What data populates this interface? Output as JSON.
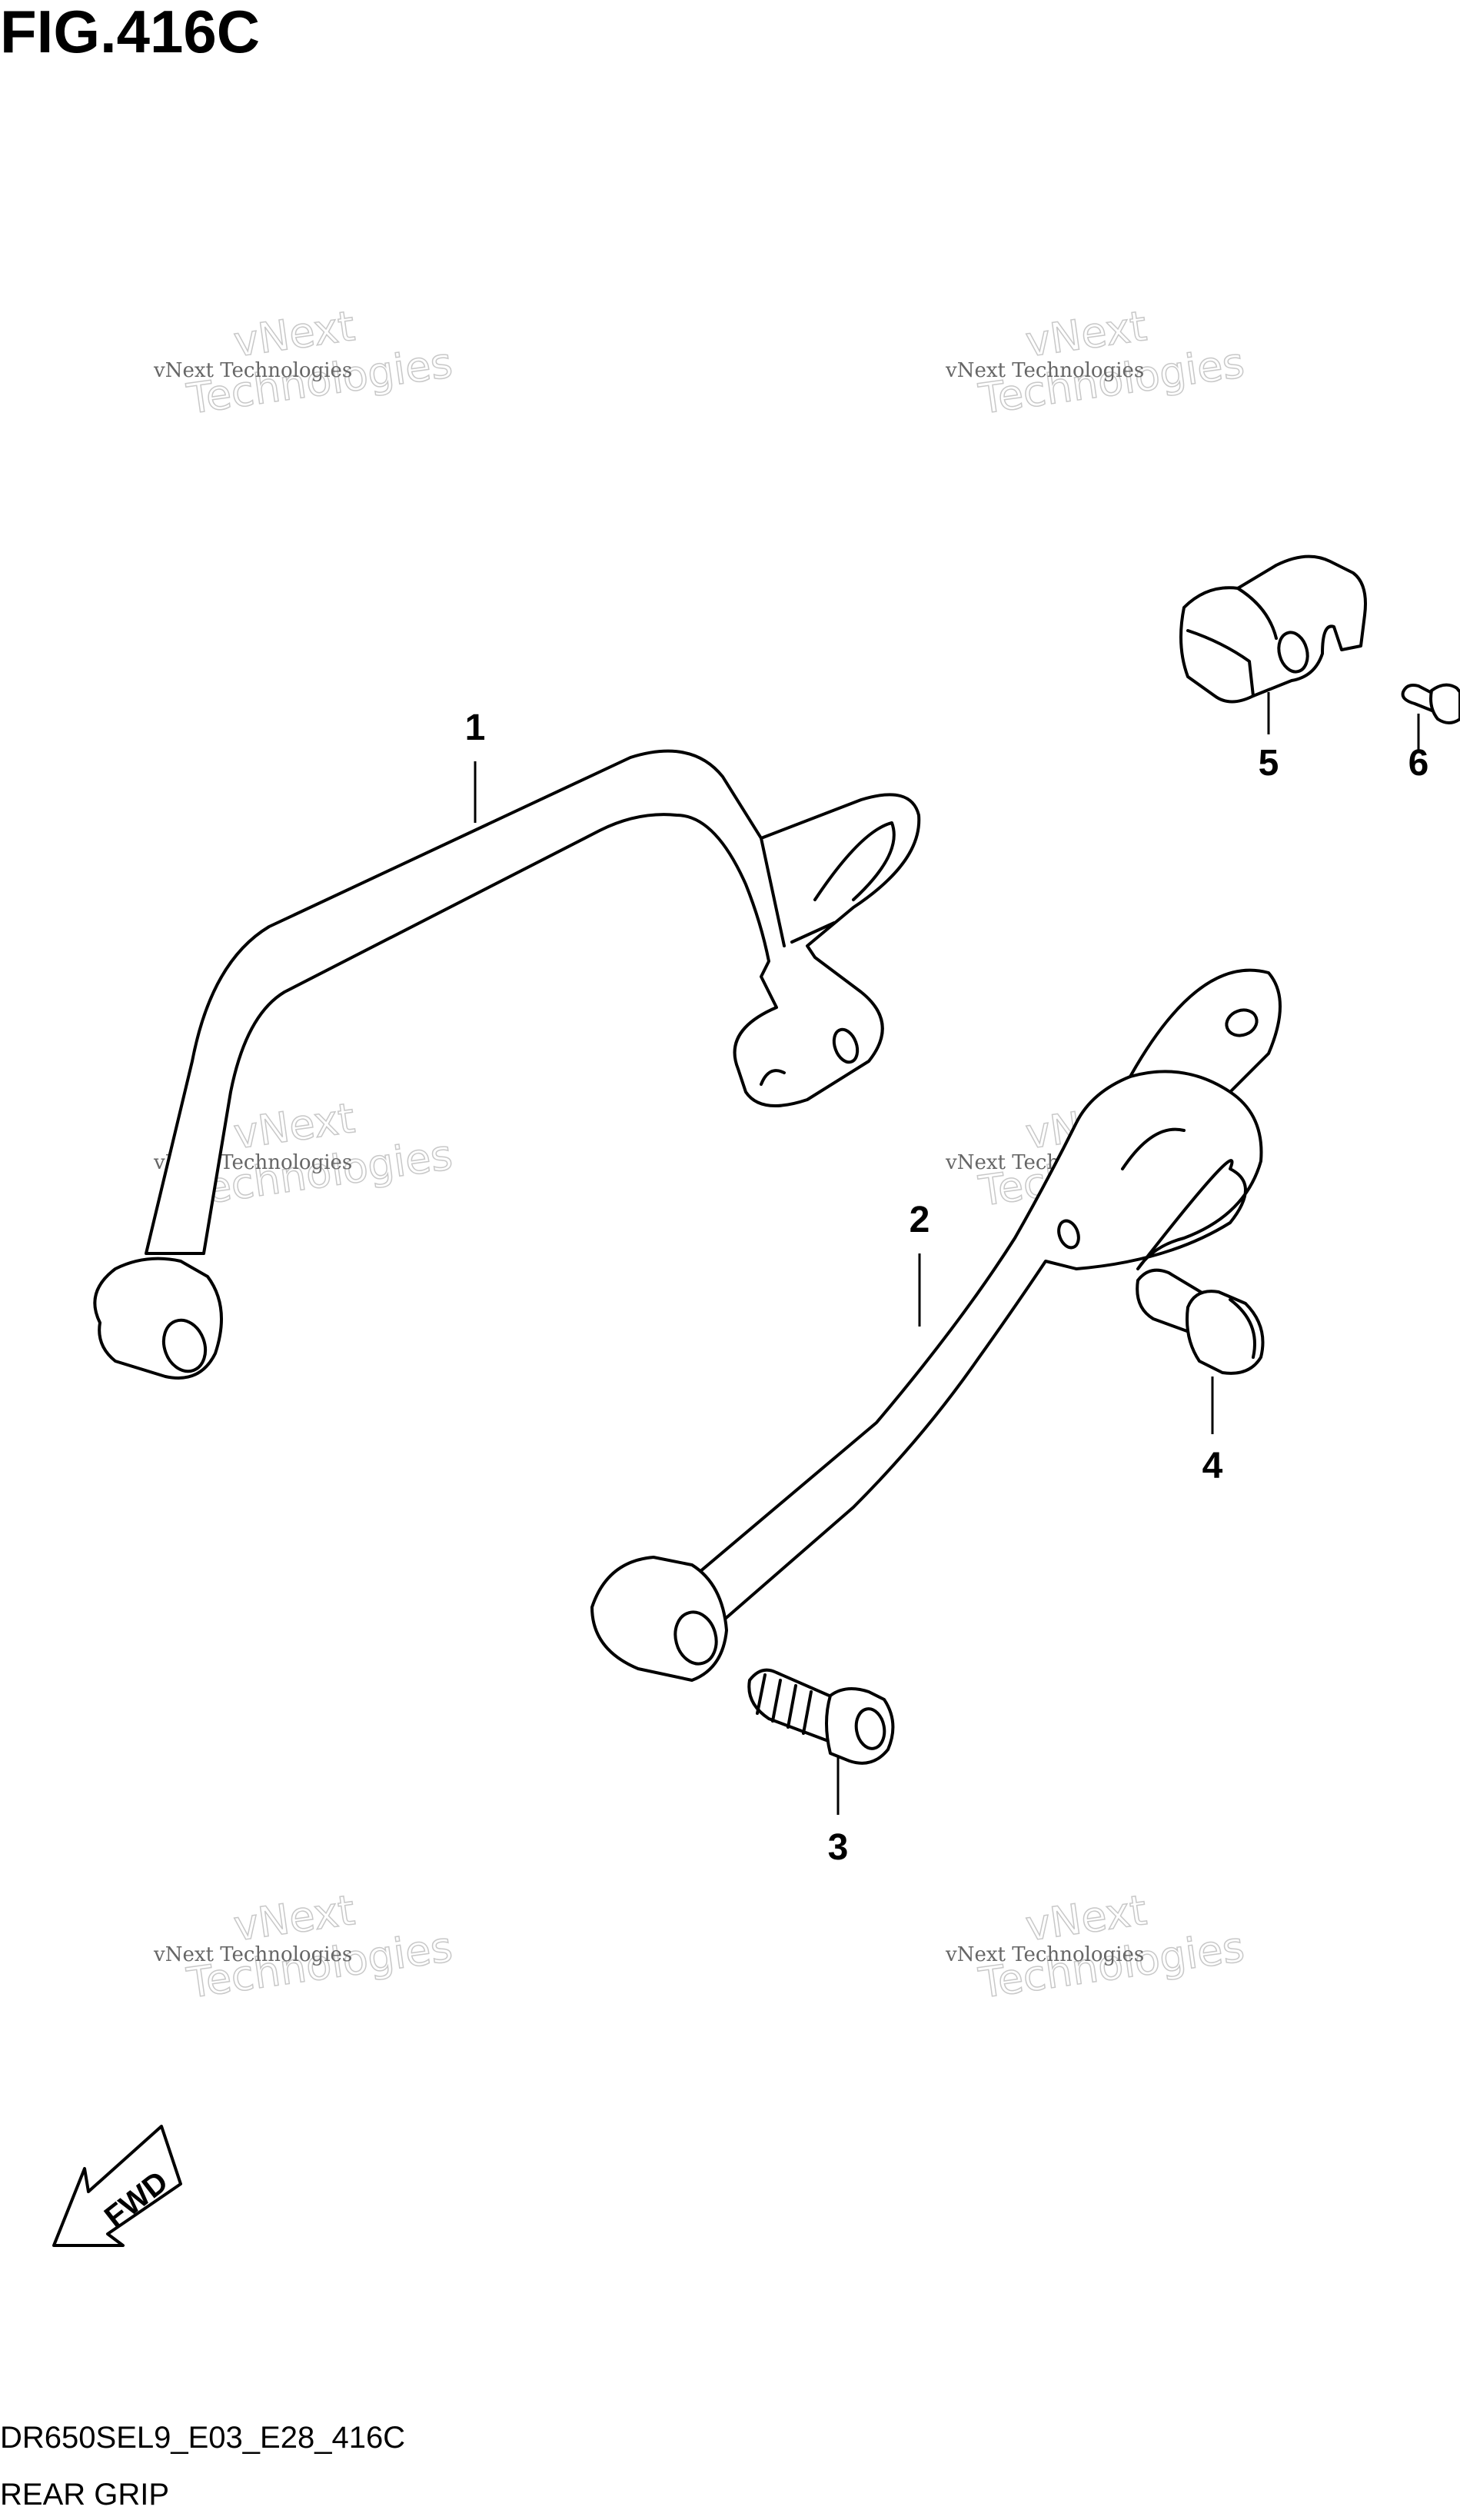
{
  "figure": {
    "title": "FIG.416C",
    "code": "DR650SEL9_E03_E28_416C",
    "name": "REAR GRIP"
  },
  "callouts": [
    "1",
    "2",
    "3",
    "4",
    "5",
    "6"
  ],
  "direction_label": "FWD",
  "watermark": {
    "line1": "vNext Technologies",
    "line2": "vNext",
    "line3": "Technologies"
  }
}
